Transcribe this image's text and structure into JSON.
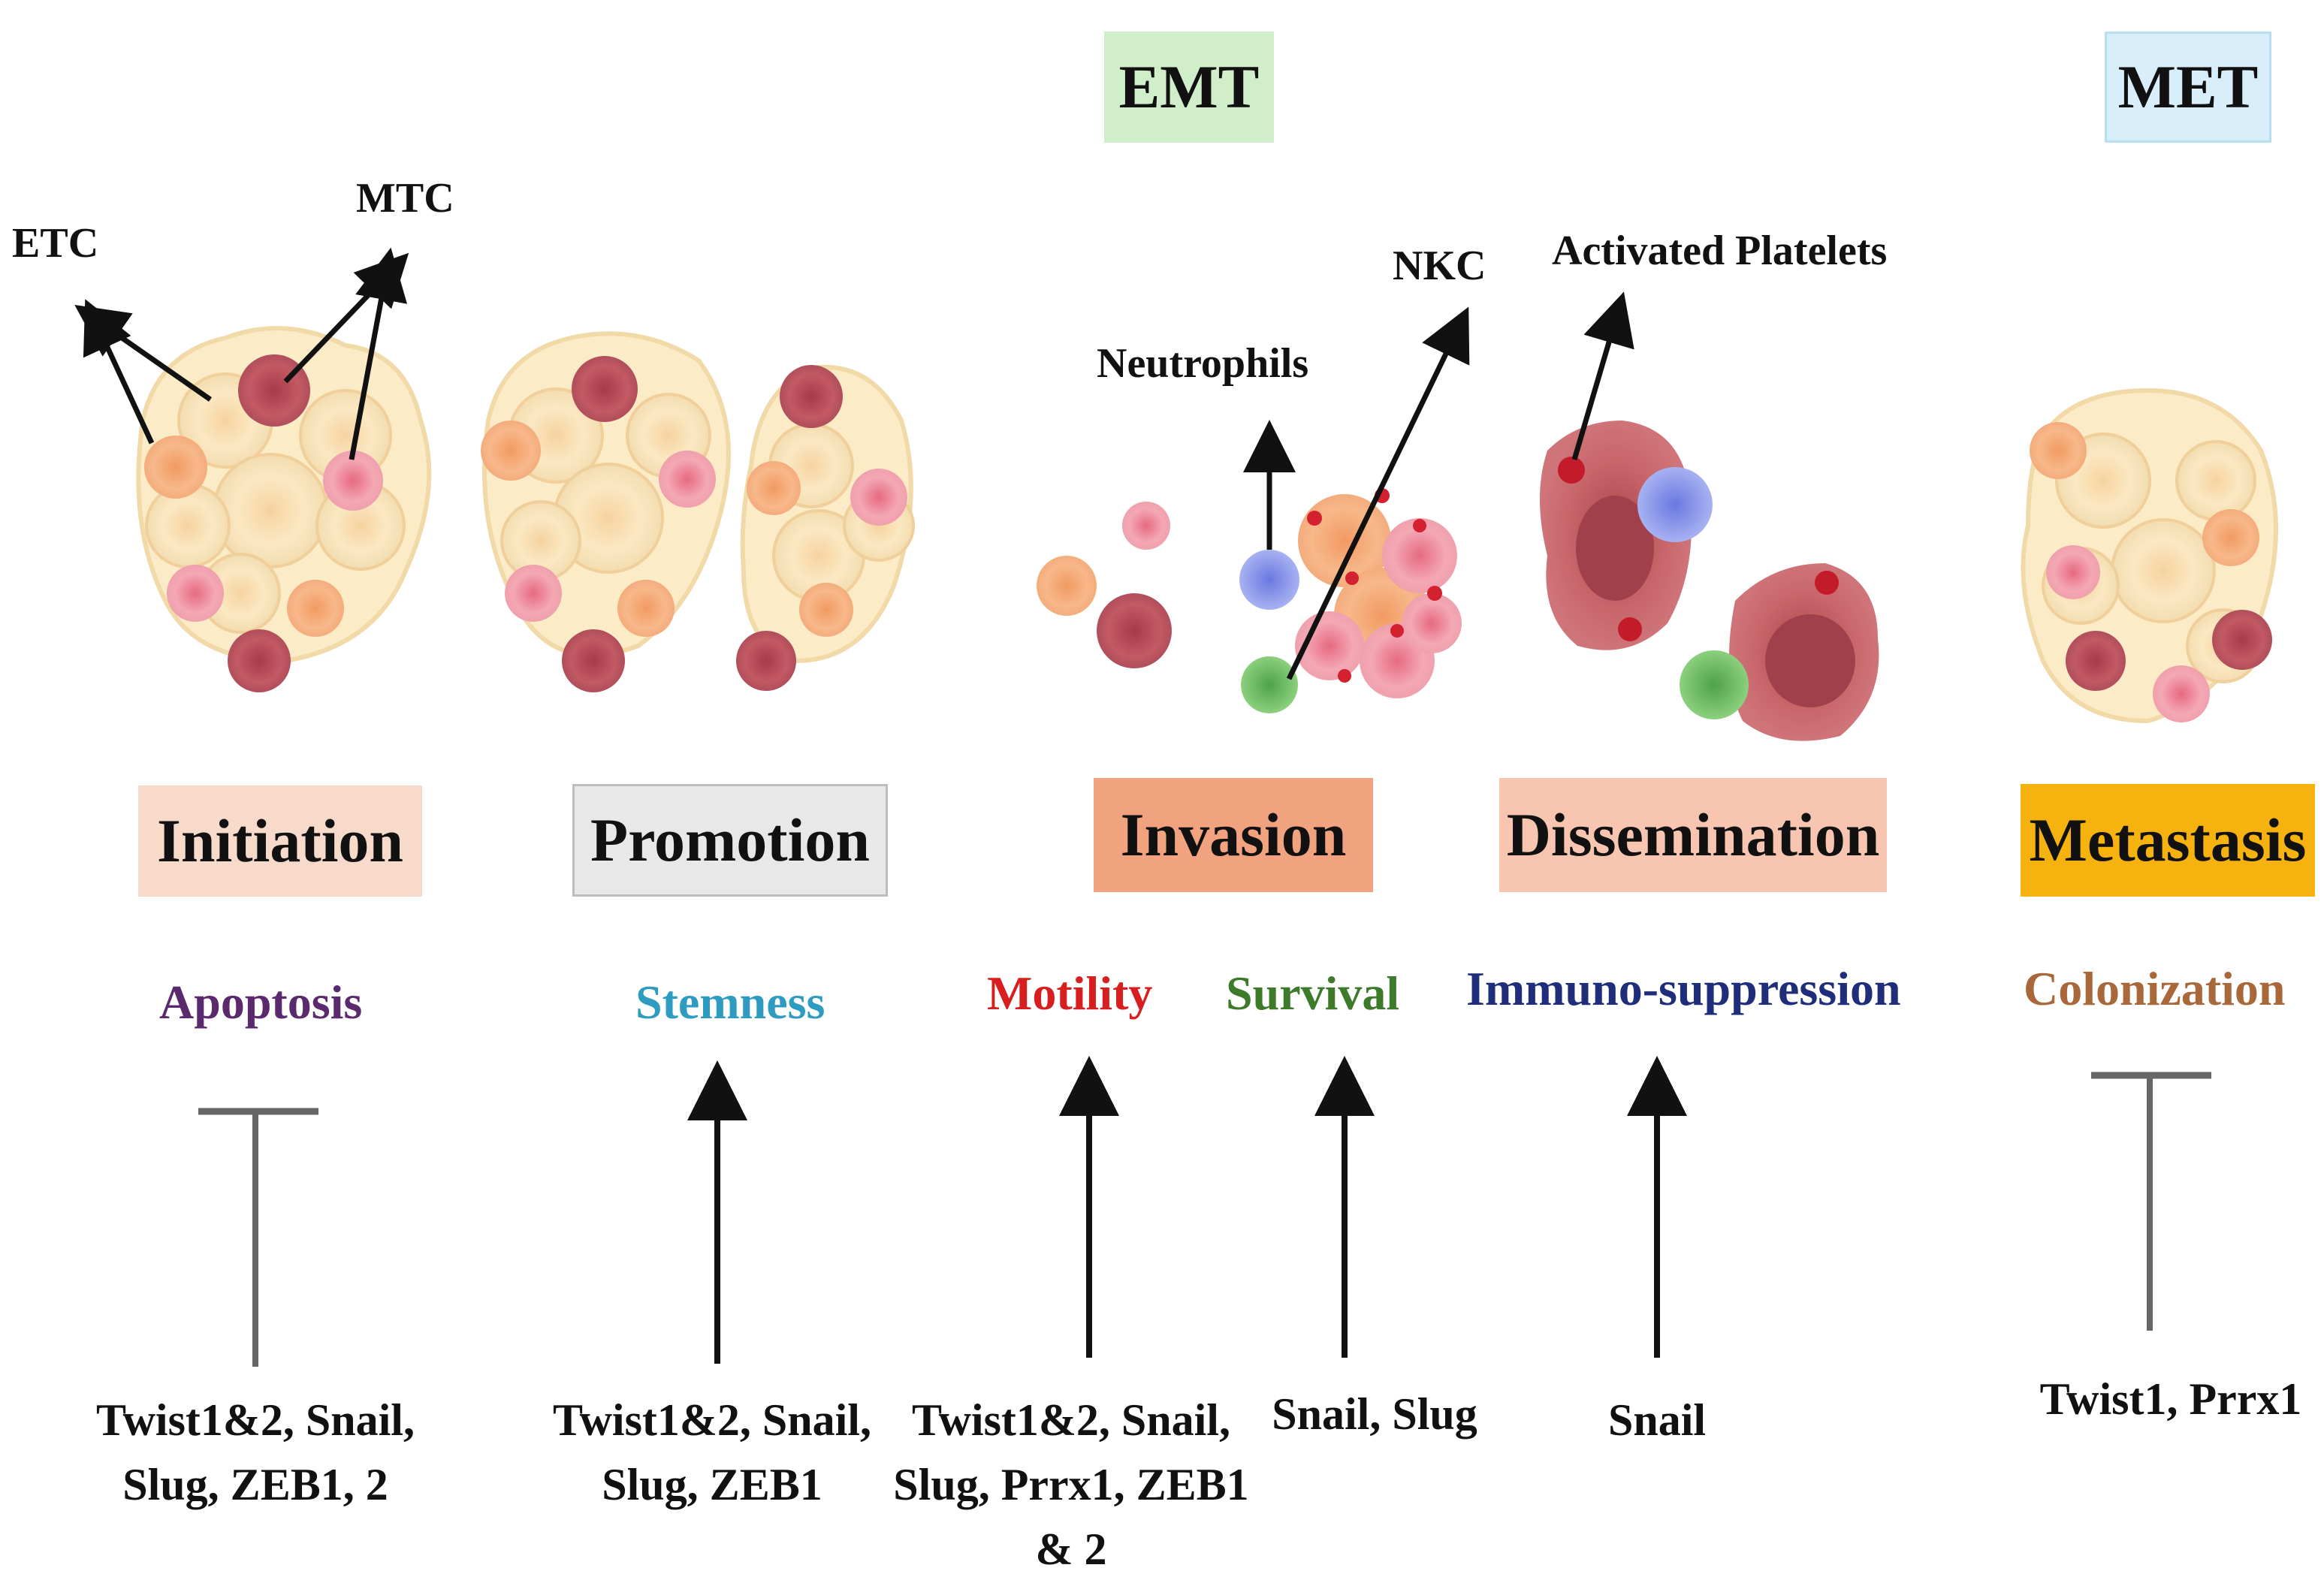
{
  "phases": {
    "emt": "EMT",
    "met": "MET"
  },
  "cell_labels": {
    "etc": "ETC",
    "mtc": "MTC",
    "neutrophils": "Neutrophils",
    "nkc": "NKC",
    "platelets": "Activated Platelets"
  },
  "stages": [
    {
      "label": "Initiation",
      "color": "#f8dacb"
    },
    {
      "label": "Promotion",
      "color": "#e8e8e8"
    },
    {
      "label": "Invasion",
      "color": "#f1a27e"
    },
    {
      "label": "Dissemination",
      "color": "#f8c6b0"
    },
    {
      "label": "Metastasis",
      "color": "#f6b20e"
    }
  ],
  "functions": [
    {
      "label": "Apoptosis",
      "color": "#5b2a6e",
      "regulation": "inhibition"
    },
    {
      "label": "Stemness",
      "color": "#2e9bc0",
      "regulation": "activation"
    },
    {
      "label": "Motility",
      "color": "#d81f1f",
      "regulation": "activation"
    },
    {
      "label": "Survival",
      "color": "#3d7a2a",
      "regulation": "activation"
    },
    {
      "label": "Immuno-suppression",
      "color": "#1f2e7a",
      "regulation": "activation"
    },
    {
      "label": "Colonization",
      "color": "#a8683a",
      "regulation": "inhibition"
    }
  ],
  "genes": [
    {
      "line1": "Twist1&2, Snail,",
      "line2": "Slug, ZEB1,  2",
      "line3": ""
    },
    {
      "line1": "Twist1&2, Snail,",
      "line2": "Slug, ZEB1",
      "line3": ""
    },
    {
      "line1": "Twist1&2, Snail,",
      "line2": "Slug, Prrx1, ZEB1",
      "line3": "& 2"
    },
    {
      "line1": "Snail, Slug",
      "line2": "",
      "line3": ""
    },
    {
      "line1": "Snail",
      "line2": "",
      "line3": ""
    },
    {
      "line1": "Twist1, Prrx1",
      "line2": "",
      "line3": ""
    }
  ]
}
